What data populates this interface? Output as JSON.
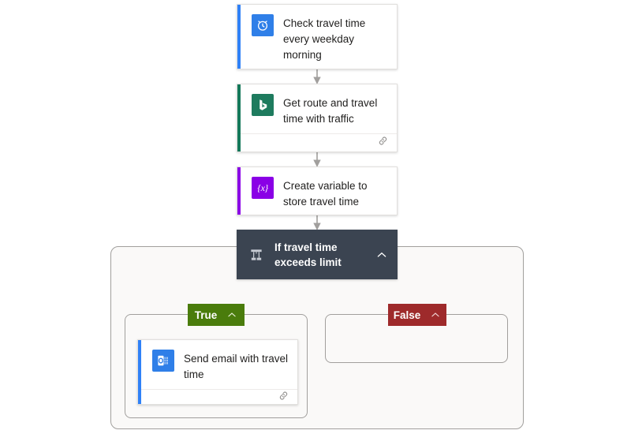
{
  "flow": {
    "name": "travel-time-flow",
    "background": "#ffffff",
    "steps": [
      {
        "id": "trigger",
        "title": "Check travel time every weekday morning",
        "icon": "alarm-clock-icon",
        "icon_bg": "#2f7fe8",
        "accent": "#2f81f7",
        "has_footer": false
      },
      {
        "id": "bing-maps",
        "title": "Get route and travel time with traffic",
        "icon": "bing-maps-icon",
        "icon_bg": "#1e7b5e",
        "accent": "#14785a",
        "has_footer": true,
        "footer_icon": "link-icon"
      },
      {
        "id": "init-variable",
        "title": "Create variable to store travel time",
        "icon": "variable-braces-icon",
        "icon_bg": "#8a00e6",
        "accent": "#8a00e6",
        "has_footer": false
      }
    ],
    "condition": {
      "id": "condition",
      "title": "If travel time exceeds limit",
      "icon": "condition-branch-icon",
      "header_bg": "#3b4451",
      "collapse_icon": "chevron-up-icon"
    },
    "branches": [
      {
        "id": "true-branch",
        "label": "True",
        "color": "#4a7c0c",
        "collapse_icon": "chevron-up-icon",
        "empty": false,
        "action": {
          "id": "send-email",
          "title": "Send email with travel time",
          "icon": "outlook-icon",
          "icon_bg": "#2f7fe8",
          "accent": "#2f81f7",
          "has_footer": true,
          "footer_icon": "link-icon"
        }
      },
      {
        "id": "false-branch",
        "label": "False",
        "color": "#9e2a2b",
        "collapse_icon": "chevron-up-icon",
        "empty": true
      }
    ]
  }
}
